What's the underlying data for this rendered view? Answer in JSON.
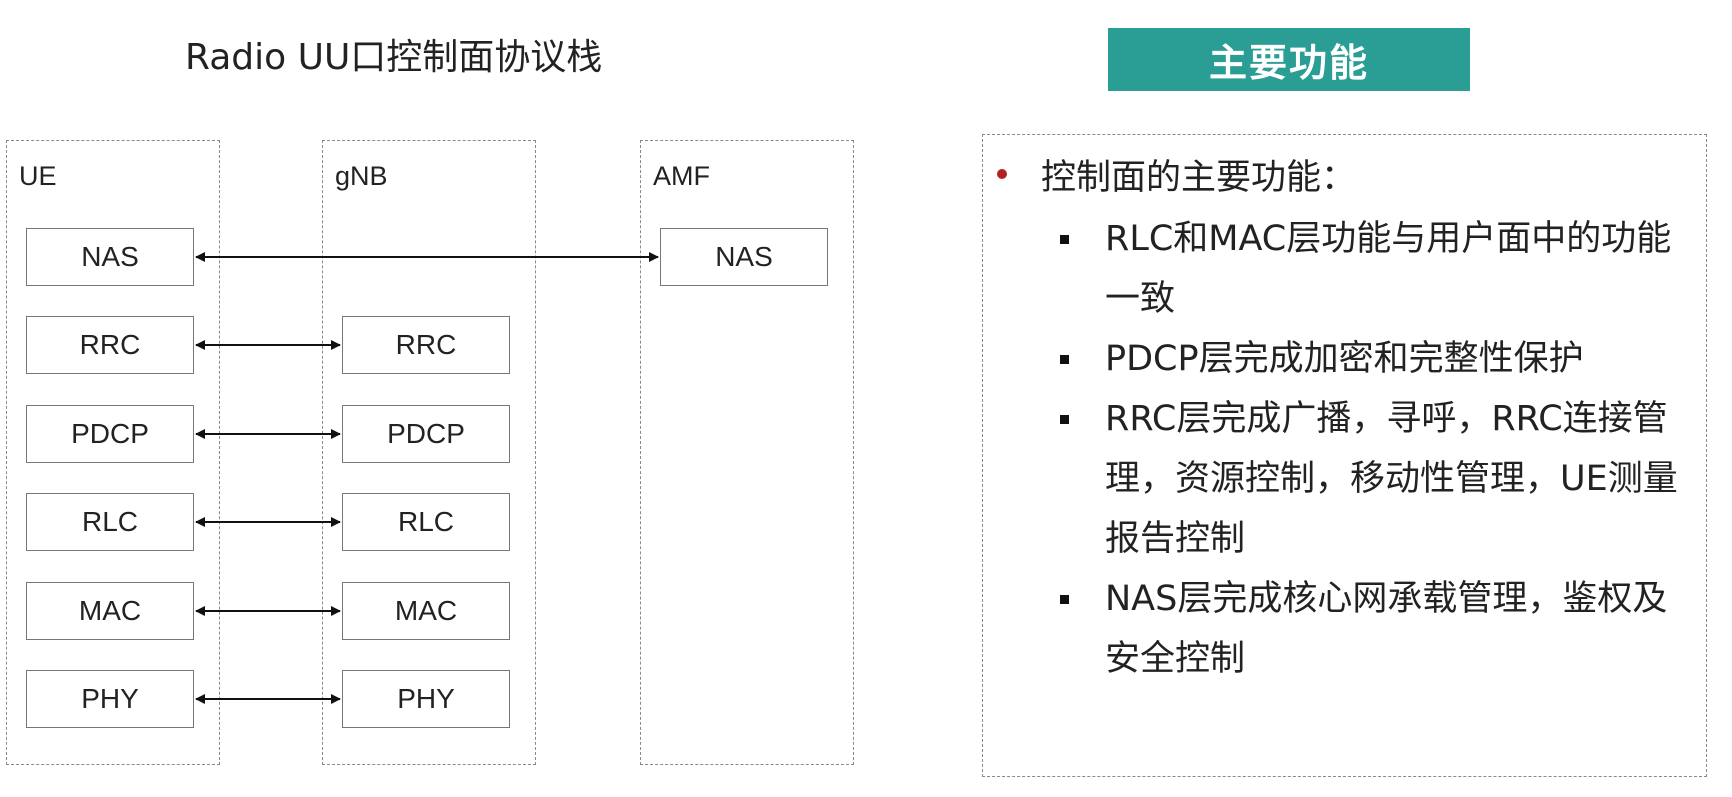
{
  "diagram": {
    "title": "Radio UU口控制面协议栈",
    "nodes": [
      {
        "label": "UE",
        "layers": [
          "NAS",
          "RRC",
          "PDCP",
          "RLC",
          "MAC",
          "PHY"
        ]
      },
      {
        "label": "gNB",
        "layers": [
          "RRC",
          "PDCP",
          "RLC",
          "MAC",
          "PHY"
        ]
      },
      {
        "label": "AMF",
        "layers": [
          "NAS"
        ]
      }
    ],
    "links": [
      {
        "from": "UE.NAS",
        "to": "AMF.NAS",
        "type": "bidirectional"
      },
      {
        "from": "UE.RRC",
        "to": "gNB.RRC",
        "type": "bidirectional"
      },
      {
        "from": "UE.PDCP",
        "to": "gNB.PDCP",
        "type": "bidirectional"
      },
      {
        "from": "UE.RLC",
        "to": "gNB.RLC",
        "type": "bidirectional"
      },
      {
        "from": "UE.MAC",
        "to": "gNB.MAC",
        "type": "bidirectional"
      },
      {
        "from": "UE.PHY",
        "to": "gNB.PHY",
        "type": "bidirectional"
      }
    ]
  },
  "panel": {
    "header": "主要功能",
    "header_color": "#2a9d94",
    "main_bullet": "控制面的主要功能：",
    "items": [
      "RLC和MAC层功能与用户面中的功能一致",
      "PDCP层完成加密和完整性保护",
      "RRC层完成广播，寻呼，RRC连接管理，资源控制，移动性管理，UE测量报告控制",
      "NAS层完成核心网承载管理，鉴权及安全控制"
    ]
  }
}
